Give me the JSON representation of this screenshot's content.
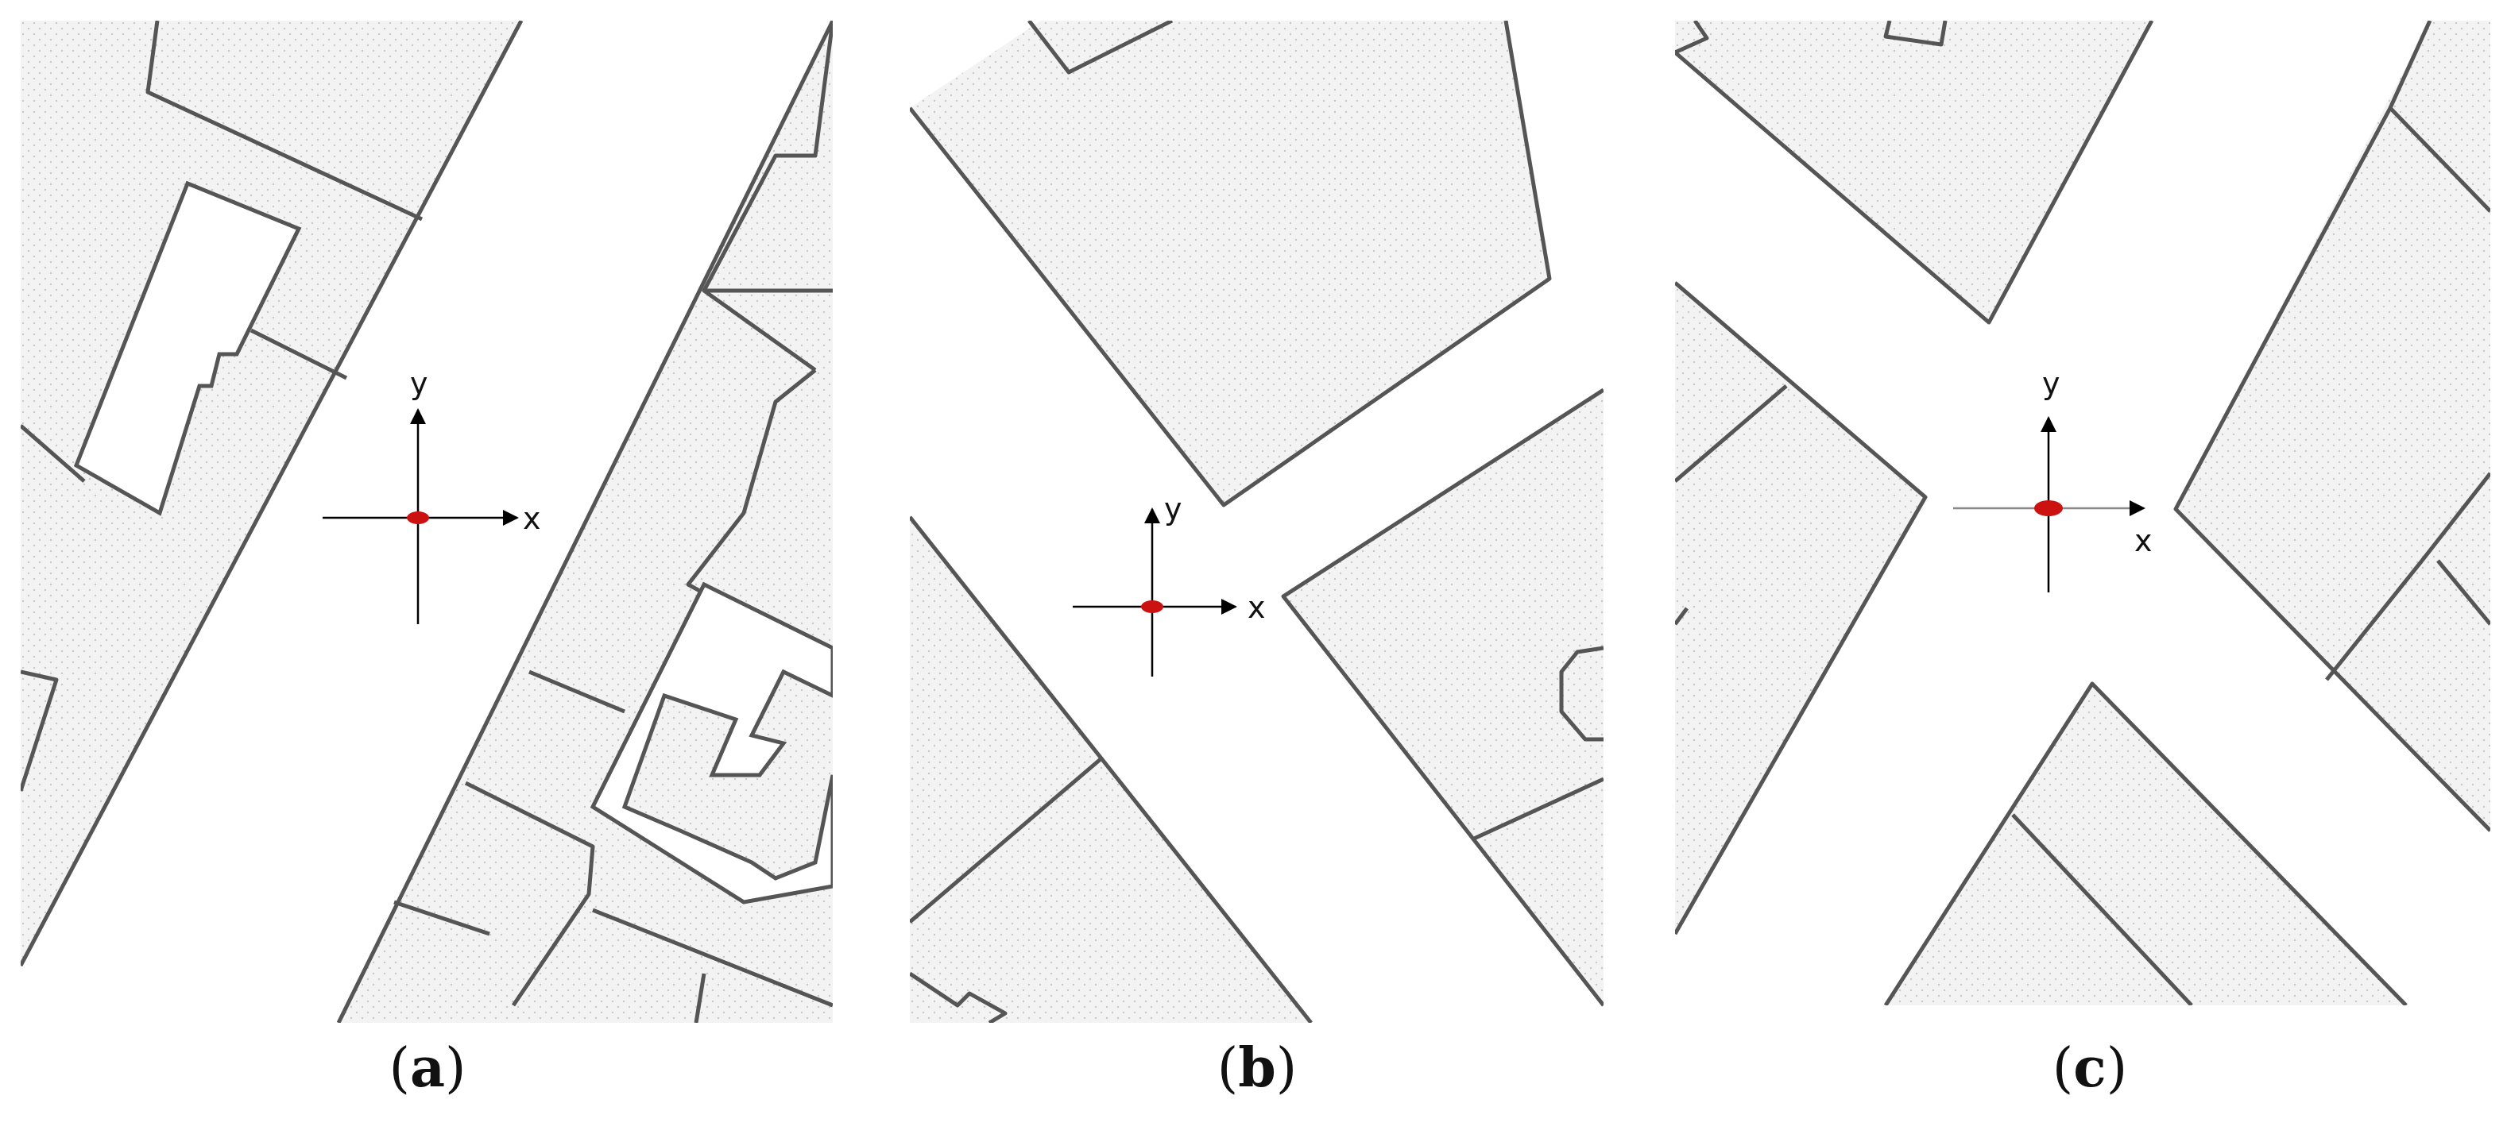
{
  "panels": [
    {
      "id": "a",
      "caption_letter": "a",
      "axis_x_label": "x",
      "axis_y_label": "y"
    },
    {
      "id": "b",
      "caption_letter": "b",
      "axis_x_label": "x",
      "axis_y_label": "y"
    },
    {
      "id": "c",
      "caption_letter": "c",
      "axis_x_label": "x",
      "axis_y_label": "y"
    }
  ],
  "colors": {
    "parcel_fill": "#f3f3f3",
    "parcel_dot": "#c8c8c8",
    "boundary_line": "#555555",
    "origin_marker": "#cc1111",
    "axis": "#000000"
  },
  "icons": {
    "origin": "red-ellipse-marker",
    "axis_arrow": "arrow-head"
  }
}
